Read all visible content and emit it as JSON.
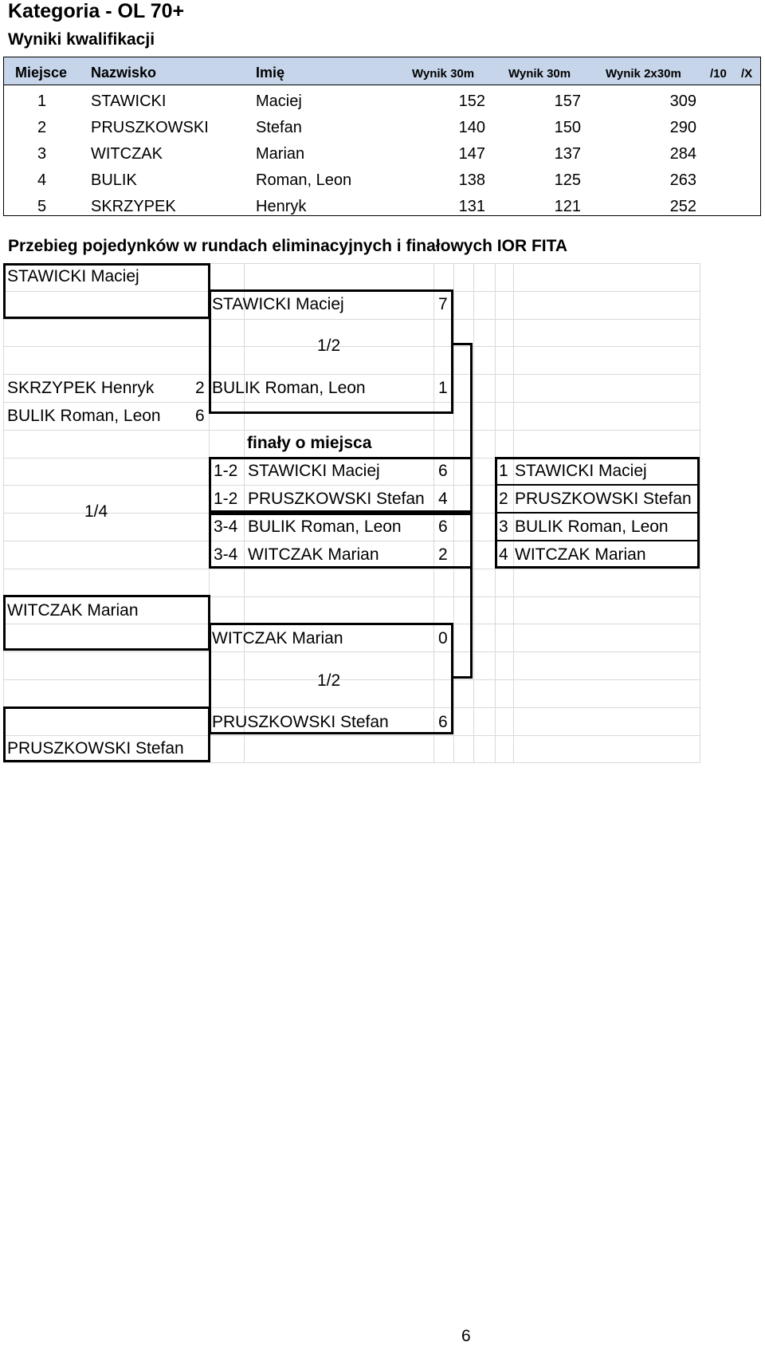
{
  "category_title": "Kategoria - OL 70+",
  "qualification_title": "Wyniki kwalifikacji",
  "table": {
    "headers": {
      "place": "Miejsce",
      "surname": "Nazwisko",
      "name": "Imię",
      "score1": "Wynik 30m",
      "score2": "Wynik 30m",
      "total": "Wynik 2x30m",
      "tens": "/10",
      "x": "/X"
    },
    "rows": [
      {
        "place": "1",
        "surname": "STAWICKI",
        "name": "Maciej",
        "s1": "152",
        "s2": "157",
        "total": "309"
      },
      {
        "place": "2",
        "surname": "PRUSZKOWSKI",
        "name": "Stefan",
        "s1": "140",
        "s2": "150",
        "total": "290"
      },
      {
        "place": "3",
        "surname": "WITCZAK",
        "name": "Marian",
        "s1": "147",
        "s2": "137",
        "total": "284"
      },
      {
        "place": "4",
        "surname": "BULIK",
        "name": "Roman, Leon",
        "s1": "138",
        "s2": "125",
        "total": "263"
      },
      {
        "place": "5",
        "surname": "SKRZYPEK",
        "name": "Henryk",
        "s1": "131",
        "s2": "121",
        "total": "252"
      }
    ]
  },
  "bracket_title": "Przebieg pojedynków w rundach eliminacyjnych i finałowych IOR FITA",
  "bracket": {
    "r1": {
      "top_seed": "STAWICKI Maciej",
      "match_a_name": "SKRZYPEK Henryk",
      "match_a_score": "2",
      "match_b_name": "BULIK Roman, Leon",
      "match_b_score": "6",
      "label": "1/4",
      "seed3": "WITCZAK Marian",
      "seed2": "PRUSZKOWSKI Stefan"
    },
    "semi": {
      "top_name": "STAWICKI Maciej",
      "top_score": "7",
      "top_label": "1/2",
      "top_opp_name": "BULIK Roman, Leon",
      "top_opp_score": "1",
      "bottom_name": "WITCZAK Marian",
      "bottom_score": "0",
      "bottom_label": "1/2",
      "bottom_opp_name": "PRUSZKOWSKI Stefan",
      "bottom_opp_score": "6"
    },
    "finals": {
      "heading": "finały o miejsca",
      "rows": [
        {
          "place": "1-2",
          "name": "STAWICKI Maciej",
          "score": "6"
        },
        {
          "place": "1-2",
          "name": "PRUSZKOWSKI Stefan",
          "score": "4"
        },
        {
          "place": "3-4",
          "name": "BULIK Roman, Leon",
          "score": "6"
        },
        {
          "place": "3-4",
          "name": "WITCZAK Marian",
          "score": "2"
        }
      ]
    },
    "final_standings": [
      {
        "place": "1",
        "name": "STAWICKI Maciej"
      },
      {
        "place": "2",
        "name": "PRUSZKOWSKI Stefan"
      },
      {
        "place": "3",
        "name": "BULIK Roman, Leon"
      },
      {
        "place": "4",
        "name": "WITCZAK Marian"
      }
    ]
  },
  "page_number": "6"
}
